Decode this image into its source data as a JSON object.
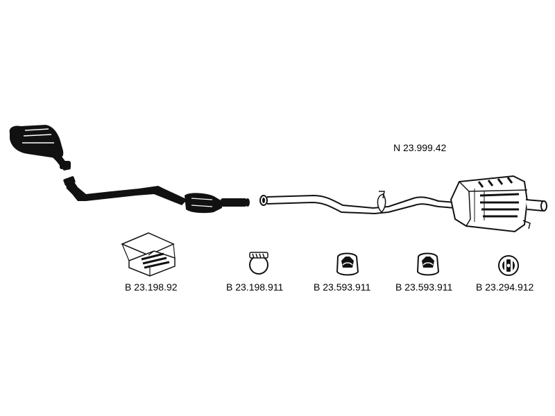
{
  "main_part": {
    "code": "N 23.999.42"
  },
  "accessories": [
    {
      "code": "B 23.198.92",
      "icon": "mounting-kit-box-icon"
    },
    {
      "code": "B 23.198.911",
      "icon": "pipe-clamp-icon"
    },
    {
      "code": "B 23.593.911",
      "icon": "rubber-hanger-icon"
    },
    {
      "code": "B 23.593.911",
      "icon": "rubber-hanger-icon"
    },
    {
      "code": "B 23.294.912",
      "icon": "rubber-ring-mount-icon"
    }
  ]
}
